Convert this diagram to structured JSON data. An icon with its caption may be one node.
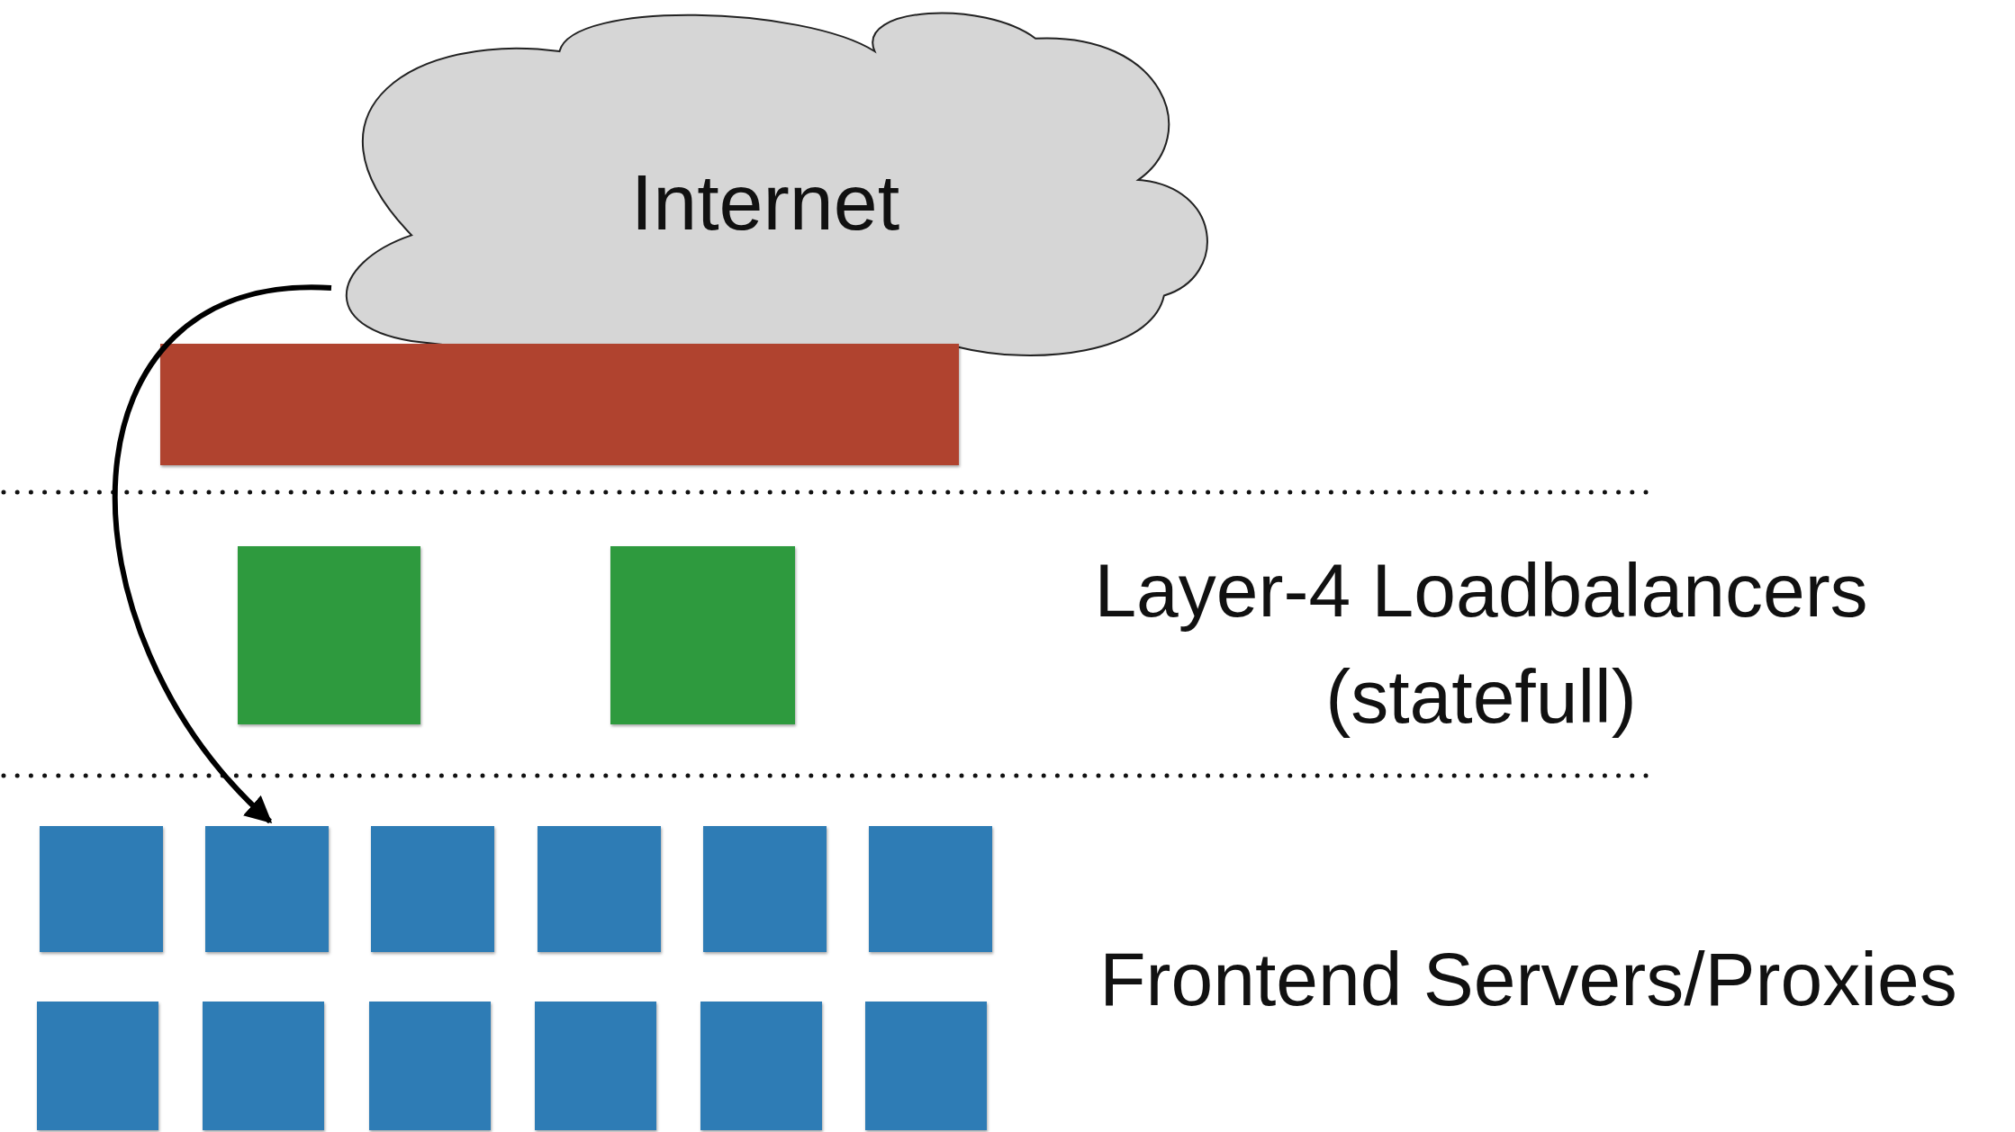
{
  "diagram": {
    "nodes": [
      {
        "text": [
          "Internet"
        ]
      },
      {
        "text": [],
        "shape": "bar"
      },
      {
        "text": [],
        "shape": "box"
      },
      {
        "text": [],
        "shape": "box"
      },
      {
        "text": [],
        "shape": "box"
      },
      {
        "text": [],
        "shape": "box"
      },
      {
        "text": [],
        "shape": "box"
      },
      {
        "text": [],
        "shape": "box"
      },
      {
        "text": [],
        "shape": "box"
      },
      {
        "text": [],
        "shape": "box"
      },
      {
        "text": [],
        "shape": "box"
      },
      {
        "text": [],
        "shape": "box"
      },
      {
        "text": [],
        "shape": "box"
      },
      {
        "text": [],
        "shape": "box"
      },
      {
        "text": [],
        "shape": "box"
      },
      {
        "text": [],
        "shape": "box"
      }
    ],
    "edges": [
      {
        "from": 0,
        "to": 5,
        "arrow": "to"
      }
    ],
    "labels": [
      "Layer-4 Loadbalancers (statefull)",
      "Frontend Servers/Proxies"
    ]
  }
}
